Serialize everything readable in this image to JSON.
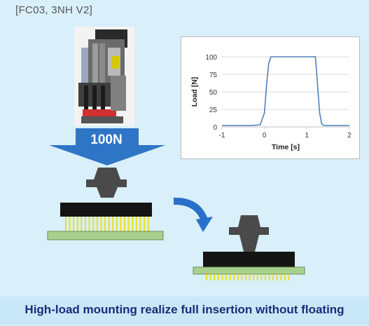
{
  "header": {
    "tag": "[FC03, 3NH V2]"
  },
  "force_arrow": {
    "label": "100N"
  },
  "caption": {
    "text": "High-load mounting realize full insertion without floating"
  },
  "colors": {
    "arrow_blue": "#2e75c6",
    "curve_arrow_blue": "#2a6fca",
    "board_green": "#a9d18e",
    "component_black": "#141414",
    "nozzle_gray": "#4a4a4a",
    "pin_yellow": "#e8e020",
    "caption_navy": "#1c2a7a",
    "line_blue": "#4f81bd"
  },
  "chart_data": {
    "type": "line",
    "xlabel": "Time [s]",
    "ylabel": "Load  [N]",
    "xlim": [
      -1,
      2
    ],
    "ylim": [
      0,
      100
    ],
    "xticks": [
      "-1",
      "0",
      "1",
      "2"
    ],
    "yticks": [
      "0",
      "25",
      "50",
      "75",
      "100"
    ],
    "grid": "horizontal",
    "series": [
      {
        "x": [
          -1,
          -0.3,
          -0.1,
          0.0,
          0.05,
          0.1,
          0.15,
          1.0,
          1.2,
          1.25,
          1.3,
          1.35,
          1.4,
          2.0
        ],
        "values": [
          2,
          2,
          3,
          20,
          60,
          90,
          100,
          100,
          100,
          60,
          20,
          4,
          2,
          2
        ]
      }
    ]
  }
}
